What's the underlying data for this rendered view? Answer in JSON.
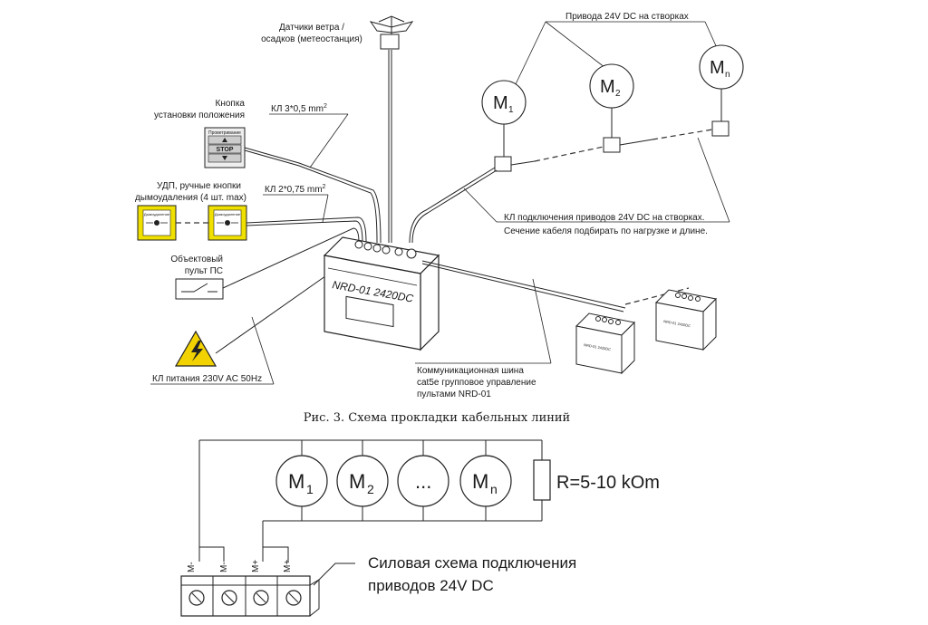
{
  "top": {
    "wind_sensor_label": [
      "Датчики ветра /",
      "осадков (метеостанция)"
    ],
    "drives_label": "Привода 24V DC на створках",
    "motors": [
      {
        "main": "M",
        "sub": "1"
      },
      {
        "main": "M",
        "sub": "2"
      },
      {
        "main": "M",
        "sub": "n"
      }
    ],
    "position_button_label": [
      "Кнопка",
      "установки положения"
    ],
    "position_button_panel": {
      "header": "Проветривание",
      "stop": "STOP"
    },
    "cable_3x05": "КЛ 3*0,5 mm",
    "cable_2x075": "КЛ 2*0,75 mm",
    "cable_sup": "2",
    "udp_label": [
      "УДП, ручные кнопки",
      "дымоудаления (4 шт. max)"
    ],
    "udp_plate_text": "Дымоудаление",
    "object_panel_label": [
      "Объектовый",
      "пульт ПС"
    ],
    "controller_name": "NRD-01 2420DC",
    "small_controller_name": "NRD-01 2420DC",
    "drive_cable_label": [
      "КЛ подключения приводов 24V DC на створках.",
      "Сечение кабеля подбирать по нагрузке и длине."
    ],
    "comm_bus_label": [
      "Коммуникационная шина",
      "cat5e групповое управление",
      "пультами NRD-01"
    ],
    "power_cable_label": "КЛ питания 230V AC 50Hz",
    "caption": "Рис. 3. Схема прокладки кабельных линий"
  },
  "bottom": {
    "motors": [
      {
        "main": "M",
        "sub": "1"
      },
      {
        "main": "M",
        "sub": "2"
      },
      {
        "main": "...",
        "sub": ""
      },
      {
        "main": "M",
        "sub": "n"
      }
    ],
    "resistor_label": "R=5-10 kOm",
    "terminals": [
      "M-",
      "M-",
      "M+",
      "M+"
    ],
    "power_scheme_label": [
      "Силовая схема подключения",
      "приводов 24V DC"
    ]
  },
  "colors": {
    "warning_yellow": "#f2d200",
    "udp_yellow": "#f0e000",
    "line": "#222222"
  }
}
